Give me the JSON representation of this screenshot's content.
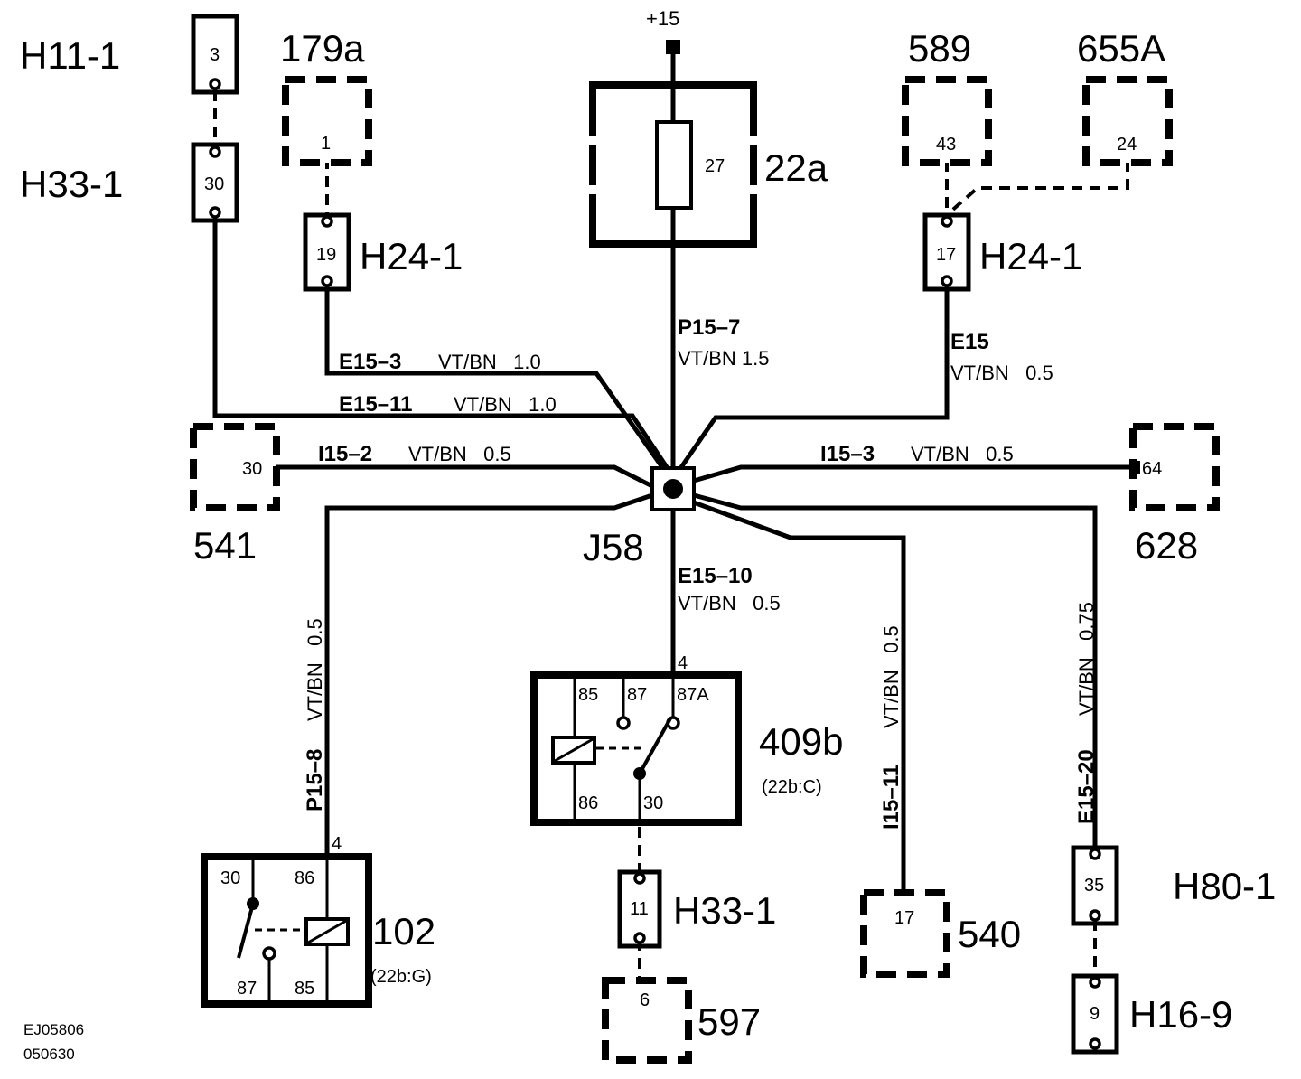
{
  "supply": {
    "label": "+15"
  },
  "fuse": {
    "id": "22a",
    "pin": "27"
  },
  "junction": {
    "id": "J58"
  },
  "connectors": {
    "h11_1": {
      "name": "H11-1",
      "pin": "3"
    },
    "h33_1_top": {
      "name": "H33-1",
      "pin": "30"
    },
    "c179a": {
      "name": "179a",
      "pin": "1"
    },
    "h24_1_left": {
      "name": "H24-1",
      "pin": "19"
    },
    "c589": {
      "name": "589",
      "pin": "43"
    },
    "c655a": {
      "name": "655A",
      "pin": "24"
    },
    "h24_1_right": {
      "name": "H24-1",
      "pin": "17"
    },
    "c541": {
      "name": "541",
      "pin": "30"
    },
    "c628": {
      "name": "628",
      "pin": "64"
    },
    "h33_1_bottom": {
      "name": "H33-1",
      "pin": "11"
    },
    "c597": {
      "name": "597",
      "pin": "6"
    },
    "c540": {
      "name": "540",
      "pin": "17"
    },
    "h80_1": {
      "name": "H80-1",
      "pin": "35"
    },
    "h16_9": {
      "name": "H16-9",
      "pin": "9"
    }
  },
  "wires": {
    "p15_7": {
      "code": "P15–7",
      "spec": "VT/BN   1.5"
    },
    "e15_3": {
      "code": "E15–3",
      "spec": "VT/BN   1.0"
    },
    "e15_11": {
      "code": "E15–11",
      "spec": "VT/BN   1.0"
    },
    "e15": {
      "code": "E15",
      "spec": "VT/BN   0.5"
    },
    "i15_2": {
      "code": "I15–2",
      "spec": "VT/BN   0.5"
    },
    "i15_3": {
      "code": "I15–3",
      "spec": "VT/BN   0.5"
    },
    "e15_10": {
      "code": "E15–10",
      "spec": "VT/BN   0.5"
    },
    "p15_8": {
      "code": "P15–8",
      "spec": "VT/BN   0.5"
    },
    "i15_11": {
      "code": "I15–11",
      "spec": "VT/BN   0.5"
    },
    "e15_20": {
      "code": "E15–20",
      "spec": "VT/BN   0.75"
    }
  },
  "relay_409b": {
    "id": "409b",
    "ref": "(22b:C)",
    "input_pin": "4",
    "pins": {
      "p85": "85",
      "p87": "87",
      "p87a": "87A",
      "p86": "86",
      "p30": "30"
    }
  },
  "relay_102": {
    "id": "102",
    "ref": "(22b:G)",
    "input_pin": "4",
    "pins": {
      "p30": "30",
      "p86": "86",
      "p87": "87",
      "p85": "85"
    }
  },
  "footer": {
    "code": "EJ05806",
    "date": "050630"
  }
}
